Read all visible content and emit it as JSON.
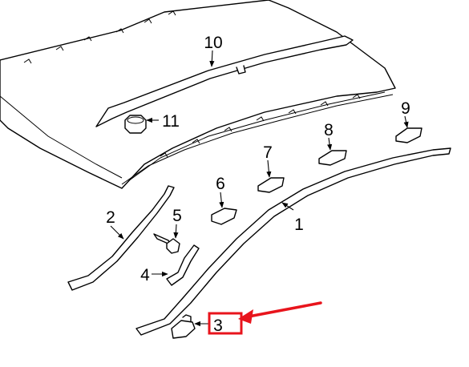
{
  "diagram": {
    "callouts": [
      {
        "id": "1",
        "label": "1"
      },
      {
        "id": "2",
        "label": "2"
      },
      {
        "id": "3",
        "label": "3"
      },
      {
        "id": "4",
        "label": "4"
      },
      {
        "id": "5",
        "label": "5"
      },
      {
        "id": "6",
        "label": "6"
      },
      {
        "id": "7",
        "label": "7"
      },
      {
        "id": "8",
        "label": "8"
      },
      {
        "id": "9",
        "label": "9"
      },
      {
        "id": "10",
        "label": "10"
      },
      {
        "id": "11",
        "label": "11"
      }
    ],
    "highlight": {
      "target": "3",
      "color": "#e8141c"
    }
  }
}
